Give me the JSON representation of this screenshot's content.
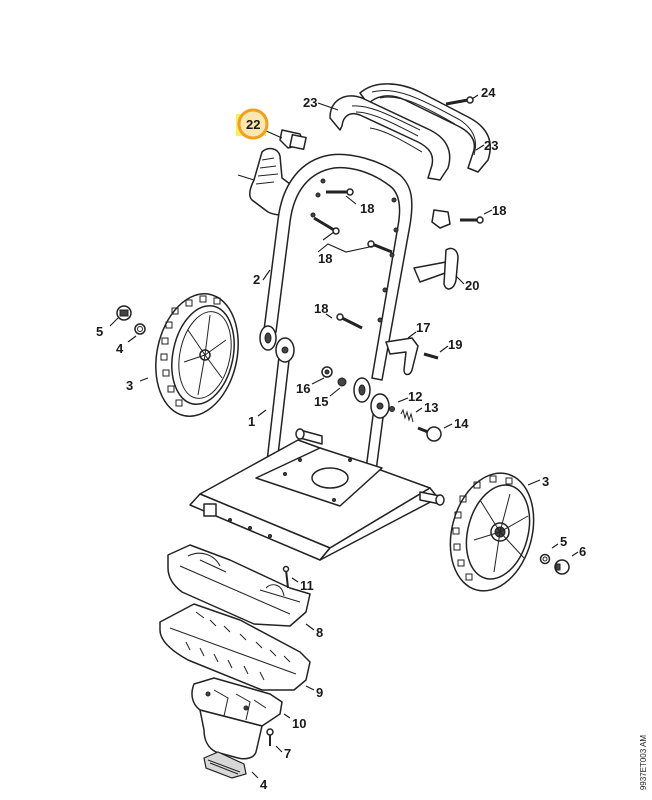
{
  "diagram": {
    "title": "Cart / frame parts diagram",
    "highlight": {
      "part_number": "22",
      "ring_color": "#f0a01e",
      "fill_color": "#fde7b0",
      "marker_color": "#f5ef3a"
    },
    "drawing_code": "9937ET003 AM",
    "callouts": [
      {
        "id": "c1",
        "label": "1"
      },
      {
        "id": "c2",
        "label": "2"
      },
      {
        "id": "c3a",
        "label": "3"
      },
      {
        "id": "c3b",
        "label": "3"
      },
      {
        "id": "c4a",
        "label": "4"
      },
      {
        "id": "c4b",
        "label": "4"
      },
      {
        "id": "c5a",
        "label": "5"
      },
      {
        "id": "c5b",
        "label": "5"
      },
      {
        "id": "c6",
        "label": "6"
      },
      {
        "id": "c7",
        "label": "7"
      },
      {
        "id": "c8",
        "label": "8"
      },
      {
        "id": "c9",
        "label": "9"
      },
      {
        "id": "c10",
        "label": "10"
      },
      {
        "id": "c11",
        "label": "11"
      },
      {
        "id": "c12",
        "label": "12"
      },
      {
        "id": "c13",
        "label": "13"
      },
      {
        "id": "c14",
        "label": "14"
      },
      {
        "id": "c15",
        "label": "15"
      },
      {
        "id": "c16",
        "label": "16"
      },
      {
        "id": "c17",
        "label": "17"
      },
      {
        "id": "c18a",
        "label": "18"
      },
      {
        "id": "c18b",
        "label": "18"
      },
      {
        "id": "c18c",
        "label": "18"
      },
      {
        "id": "c18d",
        "label": "18"
      },
      {
        "id": "c19",
        "label": "19"
      },
      {
        "id": "c20",
        "label": "20"
      },
      {
        "id": "c22",
        "label": "22"
      },
      {
        "id": "c23a",
        "label": "23"
      },
      {
        "id": "c23b",
        "label": "23"
      },
      {
        "id": "c24",
        "label": "24"
      }
    ]
  }
}
